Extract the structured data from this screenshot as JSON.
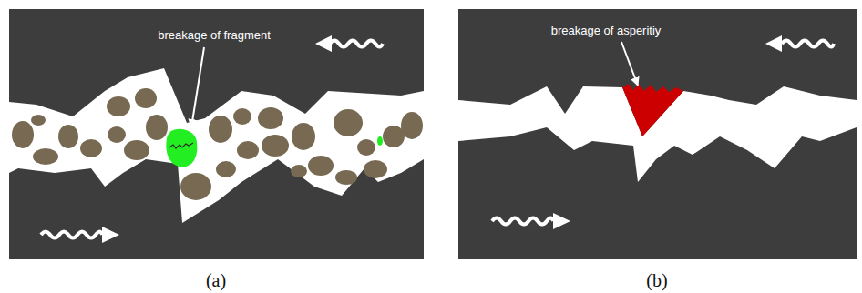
{
  "diagram": {
    "labels": [
      "breakage of fragment",
      "breakage of asperitiy",
      "(a)",
      "(b)"
    ]
  }
}
